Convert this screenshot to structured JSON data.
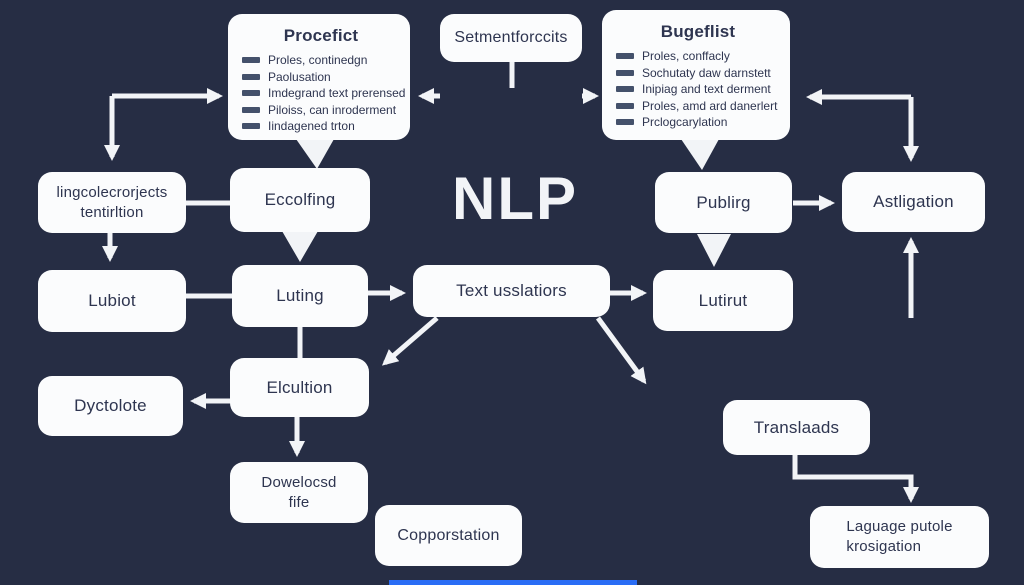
{
  "colors": {
    "background": "#262d44",
    "node_fill": "#fbfcfd",
    "node_text": "#2e3550",
    "arrow": "#f2f4f7",
    "bullet_dash": "#44516b",
    "accent_bar": "#2a6df5"
  },
  "diagram": {
    "center_title": "NLP",
    "nodes": {
      "procefict": {
        "title": "Procefict",
        "bullets": [
          "Proles, continedgn",
          "Paolusation",
          "Imdegrand text prerensed",
          "Piloiss, can inroderment",
          "Iindagened trton"
        ]
      },
      "setmentforccits": {
        "label": "Setmentforccits"
      },
      "bugeflist": {
        "title": "Bugeflist",
        "bullets": [
          "Proles, conffacly",
          "Sochutaty daw darnstett",
          "Inipiag and text derment",
          "Proles, amd ard danerlert",
          "Prclogcarylation"
        ]
      },
      "lingcole": {
        "line1": "lingcolecrorjects",
        "line2": "tentirltion"
      },
      "eccolfing": {
        "label": "Eccolfing"
      },
      "publirg": {
        "label": "Publirg"
      },
      "astligation": {
        "label": "Astligation"
      },
      "lubiot": {
        "label": "Lubiot"
      },
      "luting": {
        "label": "Luting"
      },
      "text_usslatiors": {
        "label": "Text usslatiors"
      },
      "lutirut": {
        "label": "Lutirut"
      },
      "dyctolote": {
        "label": "Dyctolote"
      },
      "elcultion": {
        "label": "Elcultion"
      },
      "dowelocsd": {
        "line1": "Dowelocsd",
        "line2": "fife"
      },
      "copporstation": {
        "label": "Copporstation"
      },
      "translaads": {
        "label": "Translaads"
      },
      "laguage": {
        "line1": "Laguage putole",
        "line2": "krosigation"
      }
    }
  }
}
